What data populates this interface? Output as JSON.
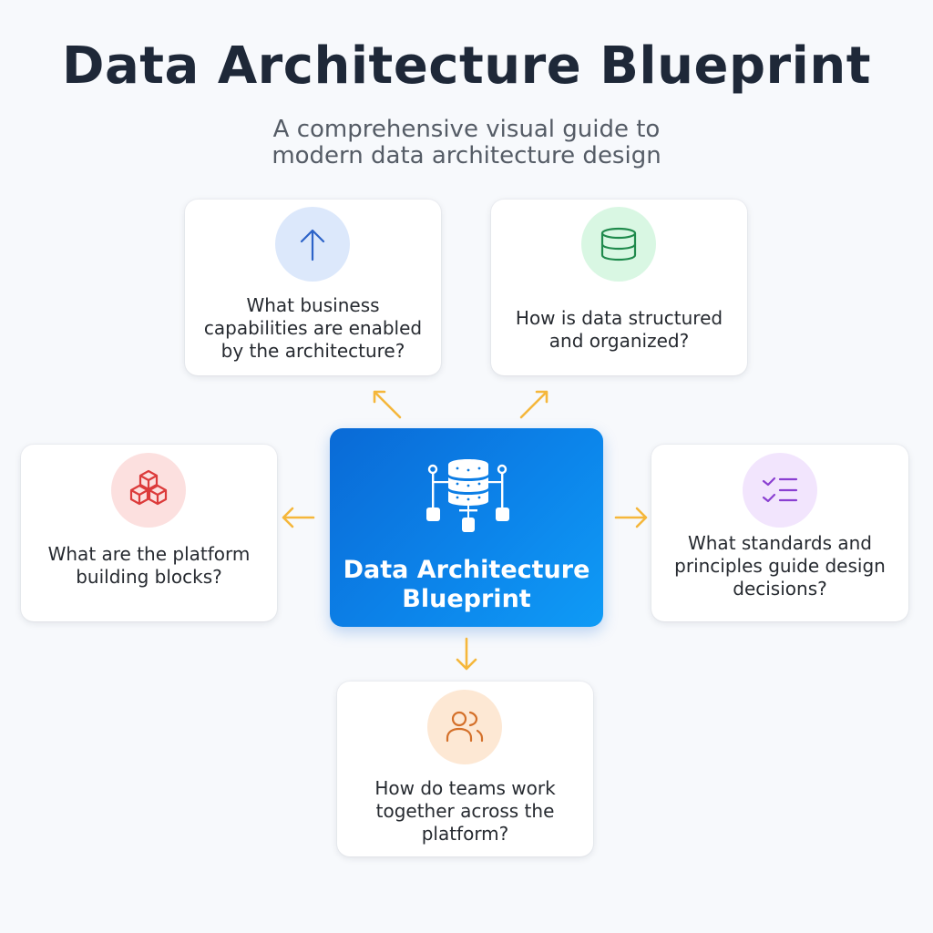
{
  "header": {
    "title": "Data Architecture Blueprint",
    "subtitle_lines": [
      "A comprehensive visual guide to",
      "modern data architecture design"
    ]
  },
  "center": {
    "title_lines": [
      "Data Architecture",
      "Blueprint"
    ],
    "icon": "database-network-icon",
    "gradient": [
      "#0a6ad6",
      "#0f9bf6"
    ]
  },
  "arrow_color": "#f5b73b",
  "cards": {
    "business": {
      "icon": "arrow-up-icon",
      "icon_color": "#2d63c8",
      "circle_color": "#dce8fb",
      "lines": [
        "What business",
        "capabilities are enabled",
        "by the architecture?"
      ]
    },
    "structure": {
      "icon": "database-icon",
      "icon_color": "#1f8a4c",
      "circle_color": "#d9f7e3",
      "lines": [
        "How is data structured",
        "and organized?"
      ]
    },
    "platform": {
      "icon": "cubes-icon",
      "icon_color": "#dc3b3b",
      "circle_color": "#fce0df",
      "lines": [
        "What are the platform",
        "building blocks?"
      ]
    },
    "standards": {
      "icon": "checklist-icon",
      "icon_color": "#8a3fd1",
      "circle_color": "#f2e5fd",
      "lines": [
        "What standards and",
        "principles guide design",
        "decisions?"
      ]
    },
    "teams": {
      "icon": "users-icon",
      "icon_color": "#d4702a",
      "circle_color": "#fde8d4",
      "lines": [
        "How do teams work",
        "together across the",
        "platform?"
      ]
    }
  }
}
